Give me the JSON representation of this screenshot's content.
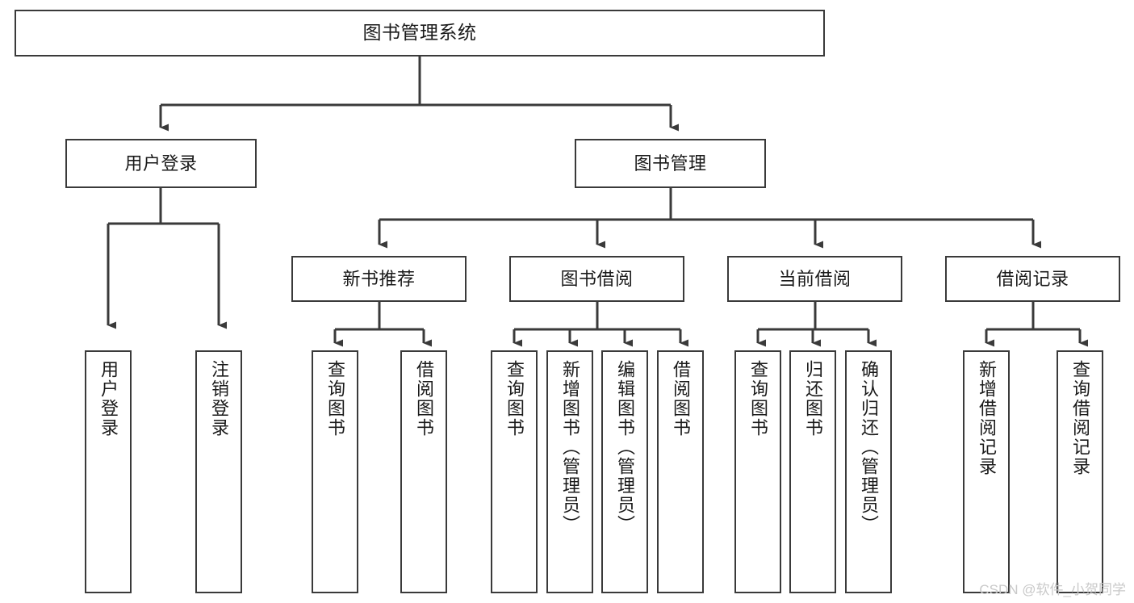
{
  "diagram": {
    "type": "tree",
    "title": "图书管理系统",
    "orientation": "top-down",
    "colors": {
      "node_border": "#3a3a3a",
      "node_fill": "#ffffff",
      "connector": "#3a3a3a",
      "text": "#1a1a1a",
      "watermark": "#c9c9c9"
    },
    "root": {
      "label": "图书管理系统"
    },
    "level2": [
      {
        "label": "用户登录"
      },
      {
        "label": "图书管理"
      }
    ],
    "level3": [
      {
        "label": "新书推荐"
      },
      {
        "label": "图书借阅"
      },
      {
        "label": "当前借阅"
      },
      {
        "label": "借阅记录"
      }
    ],
    "leaves": {
      "user_login": [
        {
          "label": "用户登录"
        },
        {
          "label": "注销登录"
        }
      ],
      "new_book_recommend": [
        {
          "label": "查询图书"
        },
        {
          "label": "借阅图书"
        }
      ],
      "book_borrow": [
        {
          "label": "查询图书"
        },
        {
          "label": "新增图书（管理员）"
        },
        {
          "label": "编辑图书（管理员）"
        },
        {
          "label": "借阅图书"
        }
      ],
      "current_borrow": [
        {
          "label": "查询图书"
        },
        {
          "label": "归还图书"
        },
        {
          "label": "确认归还（管理员）"
        }
      ],
      "borrow_record": [
        {
          "label": "新增借阅记录"
        },
        {
          "label": "查询借阅记录"
        }
      ]
    }
  },
  "watermark": {
    "text": "CSDN @软件_小贺同学"
  }
}
